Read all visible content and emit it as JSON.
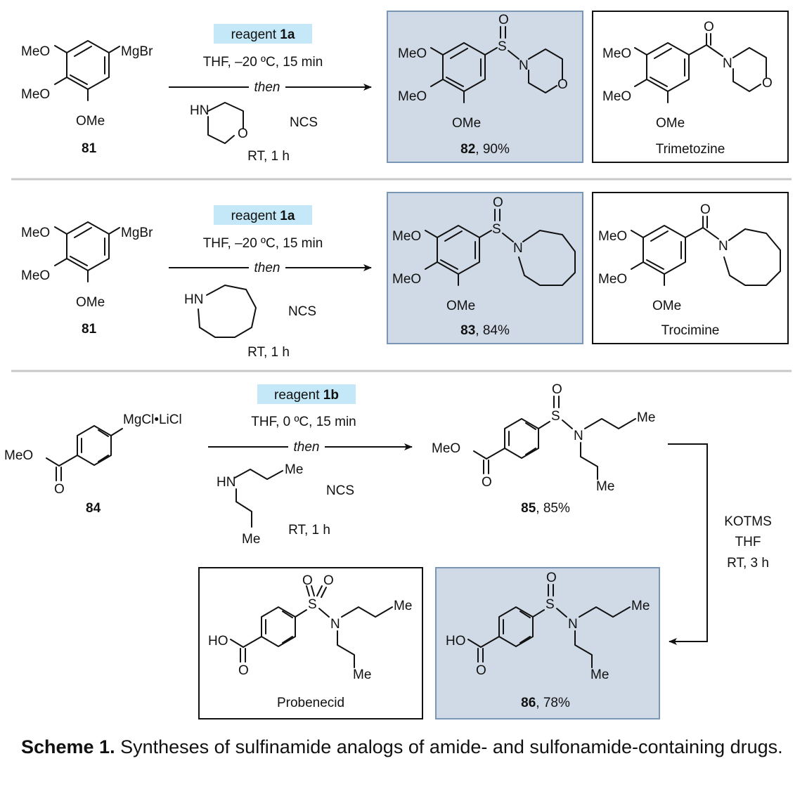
{
  "colors": {
    "product_box_fill": "#d0dae6",
    "product_box_stroke": "#7a96b6",
    "reagent_fill": "#c4e8f7",
    "divider": "#c8c8c8"
  },
  "substituents": {
    "meo": "MeO",
    "ome": "OMe",
    "me": "Me",
    "mgbr": "MgBr",
    "mgcl": "MgCl•LiCl",
    "ho": "HO",
    "hn": "HN",
    "n": "N",
    "o": "O",
    "s": "S"
  },
  "rows": [
    {
      "substrate": "81",
      "reagent_label": "reagent ",
      "reagent_id": "1a",
      "cond1": "THF, –20 ºC, 15 min",
      "then": "then",
      "ncs": "NCS",
      "cond2": "RT, 1 h",
      "product": "82",
      "product_yield": ", 90%",
      "drug": "Trimetozine"
    },
    {
      "substrate": "81",
      "reagent_label": "reagent ",
      "reagent_id": "1a",
      "cond1": "THF, –20 ºC, 15 min",
      "then": "then",
      "ncs": "NCS",
      "cond2": "RT, 1 h",
      "product": "83",
      "product_yield": ", 84%",
      "drug": "Trocimine"
    },
    {
      "substrate": "84",
      "reagent_label": "reagent ",
      "reagent_id": "1b",
      "cond1": "THF, 0 ºC, 15 min",
      "then": "then",
      "ncs": "NCS",
      "cond2": "RT, 1 h",
      "product": "85",
      "product_yield": ", 85%"
    }
  ],
  "hydrolysis": {
    "line1": "KOTMS",
    "line2": "THF",
    "line3": "RT, 3 h",
    "product": "86",
    "product_yield": ", 78%",
    "drug": "Probenecid"
  },
  "caption": {
    "label": "Scheme 1.",
    "text": " Syntheses of sulfinamide analogs of amide- and sulfonamide-containing drugs."
  }
}
